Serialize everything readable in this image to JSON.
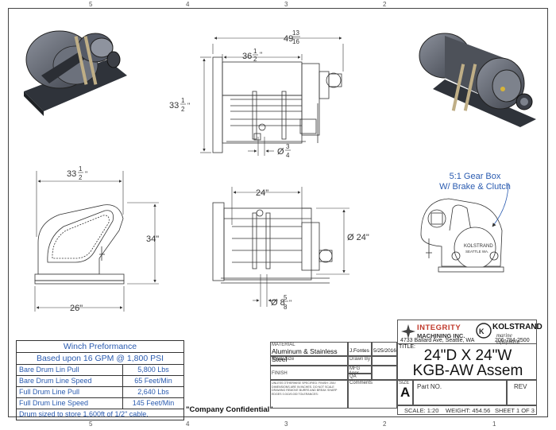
{
  "dimensions": {
    "overall_length": "49",
    "overall_length_frac_num": "13",
    "overall_length_frac_den": "16",
    "inner_length": "36",
    "inner_length_frac_num": "1",
    "inner_length_frac_den": "2",
    "height_top": "33",
    "height_top_frac_num": "1",
    "height_top_frac_den": "2",
    "shaft": "Ø",
    "shaft_frac_num": "3",
    "shaft_frac_den": "4",
    "side_width": "33",
    "side_width_frac_num": "1",
    "side_width_frac_den": "2",
    "side_height": "34\"",
    "base_width": "26\"",
    "drum_length": "24\"",
    "drum_dia": "Ø 24\"",
    "core_dia": "Ø 8",
    "core_frac_num": "5",
    "core_frac_den": "8",
    "inch": "\""
  },
  "callout": {
    "line1": "5:1 Gear Box",
    "line2": "W/ Brake & Clutch"
  },
  "performance": {
    "title": "Winch Preformance",
    "subtitle": "Based upon 16 GPM @ 1,800 PSI",
    "rows": [
      {
        "label": "Bare Drum Lin Pull",
        "value": "5,800 Lbs"
      },
      {
        "label": "Bare Drum Line Speed",
        "value": "65 Feet/Min"
      },
      {
        "label": "Full Drum Line Pull",
        "value": "2,640 Lbs"
      },
      {
        "label": "Full Drum Line Speed",
        "value": "145 Feet/Min"
      }
    ],
    "footer": "Drum sized to store 1,600ft of 1/2\" cable."
  },
  "confidential": "\"Company Confidential\"",
  "zones": [
    "5",
    "4",
    "3",
    "2",
    "1"
  ],
  "title_block": {
    "material_label": "MATERIAL",
    "material": "Aluminum & Stainless Steel",
    "stock_size_label": "Stock Size",
    "finish_label": "FINISH",
    "drawn_by": "J.Fontes",
    "drawn_date": "5/25/2016",
    "drawn_label": "Drawn By",
    "mfg_label": "MFG Appr.",
    "qa_label": "QA",
    "comments_label": "Comments",
    "tolerance_note": "UNLESS OTHERWISE SPECIFIED: FINISH: 250√ DIMENSIONS ARE IN INCHES. DO NOT SCALE DRAWING REMOVE BURRS AND BREAK SHARP EDGES 0.010/0.030 TOLERANCES:",
    "company1_a": "INTEGRITY",
    "company1_b": "MACHINING INC.",
    "company2_a": "KOLSTRAND",
    "company2_b": "marine equipment",
    "address": "4733 Ballard Ave, Seattle, WA",
    "phone": "206-784-2500",
    "title_label": "TITLE:",
    "title_line1": "24\"D X 24\"W",
    "title_line2": "KGB-AW Assem",
    "size_label": "SIZE",
    "size": "A",
    "part_label": "Part NO.",
    "rev_label": "REV",
    "scale": "SCALE: 1:20",
    "weight": "WEIGHT: 454.56",
    "sheet": "SHEET 1 OF 3",
    "nameplate_1": "KOLSTRAND",
    "nameplate_2": "SEATTLE   WA."
  },
  "colors": {
    "table_text": "#2a5bb0",
    "line": "#333333",
    "casting_dark": "#555a66",
    "casting_light": "#a9aeb8",
    "logo_red": "#c0392b"
  }
}
